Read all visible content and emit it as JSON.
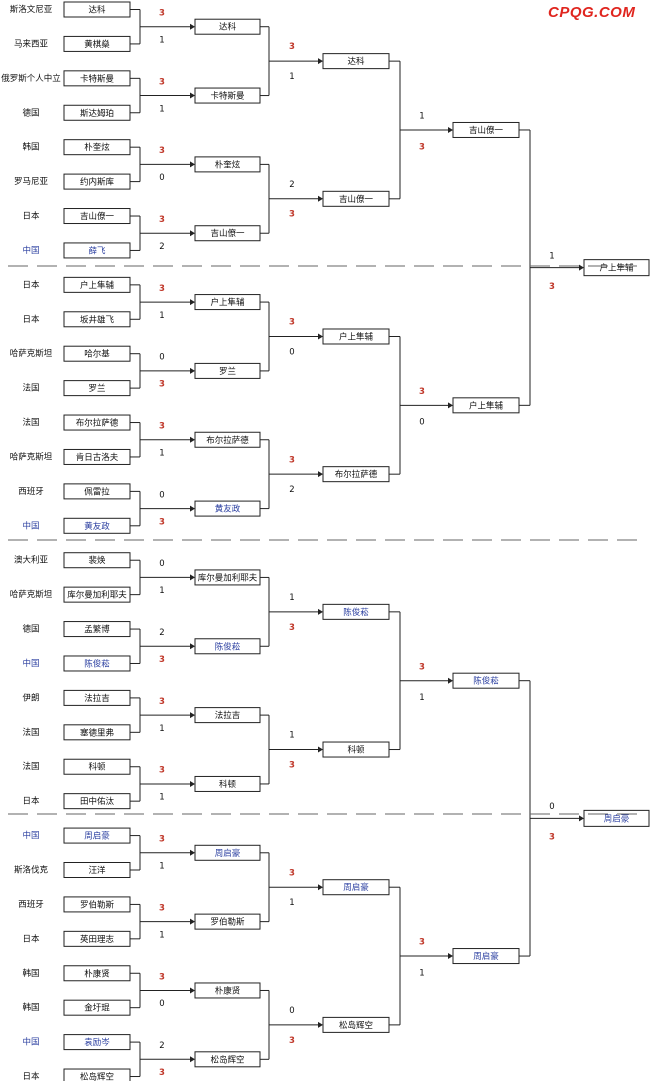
{
  "watermark": "CPQG.COM",
  "colors": {
    "line": "#222222",
    "text": "#111111",
    "china": "#2b3fa0",
    "winner_score": "#c0392b",
    "loser_score": "#111111",
    "divider": "#666666"
  },
  "round1": [
    {
      "country": "斯洛文尼亚",
      "player": "达科",
      "score": "3",
      "china": false
    },
    {
      "country": "马来西亚",
      "player": "黄棋燊",
      "score": "1",
      "china": false
    },
    {
      "country": "俄罗斯个人中立",
      "player": "卡特斯曼",
      "score": "3",
      "china": false
    },
    {
      "country": "德国",
      "player": "斯达姆珀",
      "score": "1",
      "china": false
    },
    {
      "country": "韩国",
      "player": "朴奎炫",
      "score": "3",
      "china": false
    },
    {
      "country": "罗马尼亚",
      "player": "约内斯库",
      "score": "0",
      "china": false
    },
    {
      "country": "日本",
      "player": "吉山僚一",
      "score": "3",
      "china": false
    },
    {
      "country": "中国",
      "player": "薛飞",
      "score": "2",
      "china": true
    },
    {
      "country": "日本",
      "player": "户上隼辅",
      "score": "3",
      "china": false
    },
    {
      "country": "日本",
      "player": "坂井雄飞",
      "score": "1",
      "china": false
    },
    {
      "country": "哈萨克斯坦",
      "player": "哈尔基",
      "score": "0",
      "china": false
    },
    {
      "country": "法国",
      "player": "罗兰",
      "score": "3",
      "china": false
    },
    {
      "country": "法国",
      "player": "布尔拉萨德",
      "score": "3",
      "china": false
    },
    {
      "country": "哈萨克斯坦",
      "player": "肯日古洛夫",
      "score": "1",
      "china": false
    },
    {
      "country": "西班牙",
      "player": "佩雷拉",
      "score": "0",
      "china": false
    },
    {
      "country": "中国",
      "player": "黄友政",
      "score": "3",
      "china": true
    },
    {
      "country": "澳大利亚",
      "player": "裴焕",
      "score": "0",
      "china": false
    },
    {
      "country": "哈萨克斯坦",
      "player": "库尔曼加利耶夫",
      "score": "1",
      "china": false
    },
    {
      "country": "德国",
      "player": "孟繁博",
      "score": "2",
      "china": false
    },
    {
      "country": "中国",
      "player": "陈俊菘",
      "score": "3",
      "china": true
    },
    {
      "country": "伊朗",
      "player": "法拉吉",
      "score": "3",
      "china": false
    },
    {
      "country": "法国",
      "player": "塞德里弗",
      "score": "1",
      "china": false
    },
    {
      "country": "法国",
      "player": "科顿",
      "score": "3",
      "china": false
    },
    {
      "country": "日本",
      "player": "田中佑汰",
      "score": "1",
      "china": false
    },
    {
      "country": "中国",
      "player": "周启豪",
      "score": "3",
      "china": true
    },
    {
      "country": "斯洛伐克",
      "player": "汪洋",
      "score": "1",
      "china": false
    },
    {
      "country": "西班牙",
      "player": "罗伯勒斯",
      "score": "3",
      "china": false
    },
    {
      "country": "日本",
      "player": "英田理志",
      "score": "1",
      "china": false
    },
    {
      "country": "韩国",
      "player": "朴康贤",
      "score": "3",
      "china": false
    },
    {
      "country": "韩国",
      "player": "金圩琨",
      "score": "0",
      "china": false
    },
    {
      "country": "中国",
      "player": "袁励岑",
      "score": "2",
      "china": true
    },
    {
      "country": "日本",
      "player": "松岛辉空",
      "score": "3",
      "china": false
    }
  ],
  "round2": [
    {
      "player": "达科",
      "score": "3",
      "china": false
    },
    {
      "player": "卡特斯曼",
      "score": "1",
      "china": false
    },
    {
      "player": "朴奎炫",
      "score": "2",
      "china": false
    },
    {
      "player": "吉山僚一",
      "score": "3",
      "china": false
    },
    {
      "player": "户上隼辅",
      "score": "3",
      "china": false
    },
    {
      "player": "罗兰",
      "score": "0",
      "china": false
    },
    {
      "player": "布尔拉萨德",
      "score": "3",
      "china": false
    },
    {
      "player": "黄友政",
      "score": "2",
      "china": true
    },
    {
      "player": "库尔曼加利耶夫",
      "score": "1",
      "china": false
    },
    {
      "player": "陈俊菘",
      "score": "3",
      "china": true
    },
    {
      "player": "法拉吉",
      "score": "1",
      "china": false
    },
    {
      "player": "科顿",
      "score": "3",
      "china": false
    },
    {
      "player": "周启豪",
      "score": "3",
      "china": true
    },
    {
      "player": "罗伯勒斯",
      "score": "1",
      "china": false
    },
    {
      "player": "朴康贤",
      "score": "0",
      "china": false
    },
    {
      "player": "松岛辉空",
      "score": "3",
      "china": false
    }
  ],
  "round3": [
    {
      "player": "达科",
      "score": "1",
      "china": false
    },
    {
      "player": "吉山僚一",
      "score": "3",
      "china": false
    },
    {
      "player": "户上隼辅",
      "score": "3",
      "china": false
    },
    {
      "player": "布尔拉萨德",
      "score": "0",
      "china": false
    },
    {
      "player": "陈俊菘",
      "score": "3",
      "china": true
    },
    {
      "player": "科顿",
      "score": "1",
      "china": false
    },
    {
      "player": "周启豪",
      "score": "3",
      "china": true
    },
    {
      "player": "松岛辉空",
      "score": "1",
      "china": false
    }
  ],
  "round4": [
    {
      "player": "吉山僚一",
      "score": "1",
      "china": false
    },
    {
      "player": "户上隼辅",
      "score": "3",
      "china": false
    },
    {
      "player": "陈俊菘",
      "score": "0",
      "china": true
    },
    {
      "player": "周启豪",
      "score": "3",
      "china": true
    }
  ],
  "round5": [
    {
      "player": "户上隼辅",
      "china": false
    },
    {
      "player": "周启豪",
      "china": true
    }
  ]
}
